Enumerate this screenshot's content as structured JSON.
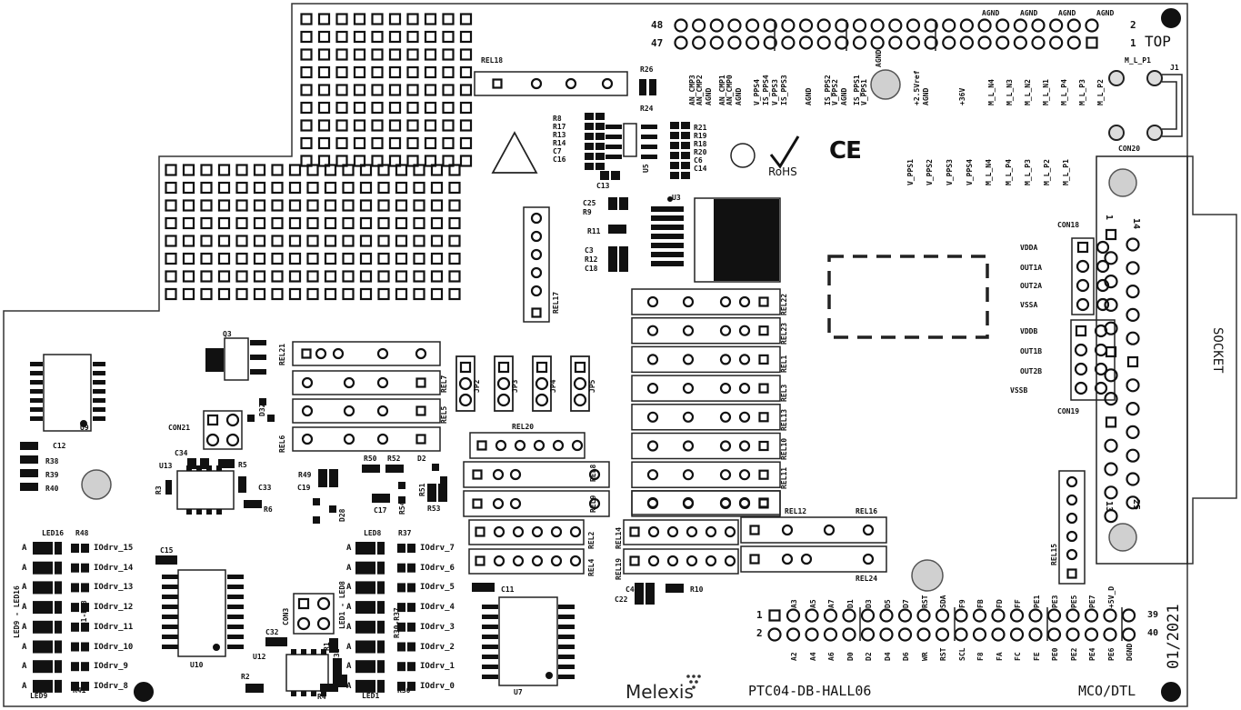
{
  "board": {
    "title": "PTC04-DB-HALL06",
    "brand": "Melexis",
    "date": "01/2021",
    "side": "TOP",
    "corner": "MCO/DTL",
    "socket": "SOCKET",
    "rohs": "RoHS",
    "ce": "CE"
  },
  "top_header": {
    "row_numbers": [
      "48",
      "47"
    ],
    "right_numbers": [
      "2",
      "1"
    ],
    "agnd_top": [
      "AGND",
      "AGND",
      "AGND",
      "AGND"
    ],
    "pin_labels": [
      "AN_CMP3",
      "AN_CMP2",
      "AGND",
      "AN_CMP1",
      "AN_CMP0",
      "AGND",
      "V_PPS4",
      "IS_PPS4",
      "V_PPS3",
      "IS_PPS3",
      "AGND",
      "IS_PPS2",
      "V_PPS2",
      "AGND",
      "IS_PPS1",
      "V_PPS1",
      "+2.5Vref",
      "AGND",
      "+36V",
      "M_L_N4",
      "M_L_N3",
      "M_L_N2",
      "M_L_N1",
      "M_L_P4",
      "M_L_P3",
      "M_L_P2"
    ],
    "agnd_hole": "AGND"
  },
  "mid_labels": [
    "V_PPS1",
    "V_PPS2",
    "V_PPS3",
    "V_PPS4",
    "M_L_N4",
    "M_L_P4",
    "M_L_P3",
    "M_L_P2",
    "M_L_P1"
  ],
  "bottom_header": {
    "top_labels": [
      "A3",
      "A5",
      "A7",
      "D1",
      "D3",
      "D5",
      "D7",
      "RST",
      "SDA",
      "F9",
      "FB",
      "FD",
      "FF",
      "PE1",
      "PE3",
      "PE5",
      "PE7",
      "+5V_D"
    ],
    "bottom_labels": [
      "A2",
      "A4",
      "A6",
      "D0",
      "D2",
      "D4",
      "D6",
      "WR",
      "RST",
      "SCL",
      "F8",
      "FA",
      "FC",
      "FE",
      "PE0",
      "PE2",
      "PE4",
      "PE6",
      "DGND"
    ],
    "row_numbers": [
      "1",
      "2"
    ],
    "end_numbers": [
      "39",
      "40"
    ]
  },
  "con18": {
    "name": "CON18",
    "pins": [
      "VDDA",
      "OUT1A",
      "OUT2A",
      "VSSA"
    ]
  },
  "con19": {
    "name": "CON19",
    "pins": [
      "VDDB",
      "OUT1B",
      "OUT2B",
      "VSSB"
    ]
  },
  "socket_pins": [
    "1",
    "14",
    "13",
    "25"
  ],
  "j1": {
    "name": "J1",
    "label": "M_L_P1",
    "con": "CON20"
  },
  "relays": [
    "REL18",
    "REL17",
    "REL21",
    "REL7",
    "REL5",
    "REL6",
    "REL20",
    "REL8",
    "REL9",
    "REL22",
    "REL23",
    "REL1",
    "REL3",
    "REL13",
    "REL10",
    "REL11",
    "REL12",
    "REL16",
    "REL14",
    "REL19",
    "REL2",
    "REL4",
    "REL24",
    "REL15"
  ],
  "jumpers": [
    "JP2",
    "JP3",
    "JP4",
    "JP5"
  ],
  "resistor_group_left": [
    "R8",
    "R17",
    "R13",
    "R14",
    "C7",
    "C16"
  ],
  "resistor_group_right": [
    "R21",
    "R19",
    "R18",
    "R20",
    "C6",
    "C14"
  ],
  "misc_parts": [
    "R26",
    "R24",
    "U5",
    "C13",
    "C25",
    "R9",
    "R11",
    "C3",
    "R12",
    "C18",
    "U3",
    "Q3",
    "D32",
    "CON21",
    "U9",
    "C12",
    "R38",
    "R39",
    "R40",
    "U13",
    "C34",
    "R5",
    "R3",
    "C33",
    "R6",
    "R49",
    "C19",
    "D28",
    "R50",
    "R52",
    "D2",
    "R51",
    "R53",
    "R54",
    "C17",
    "C4",
    "C22",
    "R10",
    "C11",
    "U7",
    "U10",
    "C15",
    "U12",
    "C32",
    "CON3",
    "R2",
    "R4",
    "C31",
    "R1",
    "R30",
    "R37",
    "R41",
    "R48",
    "LED1",
    "LED8",
    "LED9",
    "LED16"
  ],
  "led_left": {
    "header": [
      "LED16",
      "R48"
    ],
    "vertical": "LED9 - LED16",
    "side_label": "R41-R48",
    "rows": [
      "IOdrv_15",
      "IOdrv_14",
      "IOdrv_13",
      "IOdrv_12",
      "IOdrv_11",
      "IOdrv_10",
      "IOdrv_9",
      "IOdrv_8"
    ],
    "footer": [
      "LED9",
      "R41"
    ]
  },
  "led_center": {
    "header": [
      "LED8",
      "R37"
    ],
    "vertical": "LED1 - LED8",
    "side_label": "R30-R37",
    "rows": [
      "IOdrv_7",
      "IOdrv_6",
      "IOdrv_5",
      "IOdrv_4",
      "IOdrv_3",
      "IOdrv_2",
      "IOdrv_1",
      "IOdrv_0"
    ],
    "footer": [
      "LED1",
      "R30"
    ]
  },
  "anode": "A"
}
